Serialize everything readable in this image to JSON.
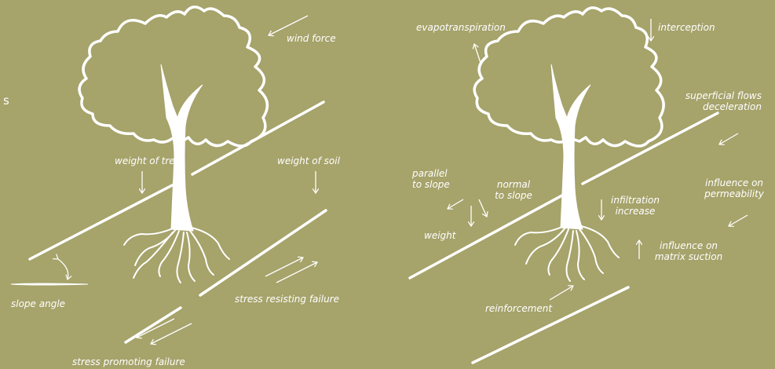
{
  "left_panel": {
    "edge_fragment": "s",
    "labels": {
      "wind_force": "wind force",
      "weight_of_tree": "weight of tree",
      "weight_of_soil": "weight of soil",
      "slope_angle": "slope angle",
      "stress_resisting_failure": "stress resisting failure",
      "stress_promoting_failure": "stress promoting failure"
    }
  },
  "right_panel": {
    "labels": {
      "evapotranspiration": "evapotranspiration",
      "interception": "interception",
      "superficial_flows_line1": "superficial flows",
      "superficial_flows_line2": "deceleration",
      "parallel_line1": "parallel",
      "parallel_line2": "to slope",
      "normal_line1": "normal",
      "normal_line2": "to slope",
      "infiltration_line1": "infiltration",
      "infiltration_line2": "increase",
      "permeability_line1": "influence on",
      "permeability_line2": "permeability",
      "weight": "weight",
      "matrix_suction_line1": "influence on",
      "matrix_suction_line2": "matrix suction",
      "reinforcement": "reinforcement"
    }
  },
  "colors": {
    "background": "#a6a36b",
    "drawing": "#ffffff"
  }
}
